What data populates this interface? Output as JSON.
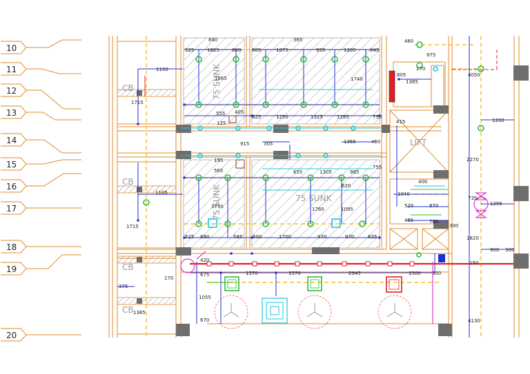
{
  "index_tags": [
    "10",
    "11",
    "12",
    "13",
    "14",
    "15",
    "16",
    "17",
    "18",
    "19",
    "20"
  ],
  "rooms": {
    "cb1": "CB",
    "cb2": "CB",
    "cb3": "CB",
    "cb4": "CB",
    "sunk1": "75 SUNK",
    "sunk2": "75 SUNK",
    "sunk3": "75 SUNK",
    "lift": "LIFT"
  },
  "dims": {
    "d040": "840",
    "d365": "365",
    "d460": "460",
    "d975": "975",
    "d525a": "525",
    "d1825": "1825",
    "d880": "880",
    "d605": "605",
    "d1075": "1075",
    "d955": "955",
    "d1205": "1205",
    "d645": "645",
    "d1100": "1100",
    "d1715a": "1715",
    "d1065": "1065",
    "d805": "805",
    "d1385a": "1385",
    "d270": "270",
    "d4050": "4050",
    "d1740": "1740",
    "d555": "555",
    "d405": "405",
    "d125": "125",
    "d625": "625",
    "d1250": "1250",
    "d1325": "1325",
    "d1285": "1285",
    "d750": "750",
    "d415": "415",
    "d1365": "1365",
    "d450": "450",
    "d1200": "1200",
    "d915": "915",
    "d305": "305",
    "d195": "195",
    "d565": "565",
    "d655": "655",
    "d1305": "1305",
    "d985": "985",
    "d755": "755",
    "d2270": "2270",
    "d620": "620",
    "d400": "400",
    "d1040": "1040",
    "d735": "735",
    "d1295": "1295",
    "d1105": "1105",
    "d1750": "1750",
    "d1760": "1760",
    "d1095": "1095",
    "d525b": "525",
    "d870": "870",
    "d465": "465",
    "d760": "760",
    "d300a": "300",
    "d1715b": "1715",
    "d1820": "1820",
    "d525c": "525",
    "d890": "890",
    "d585": "585",
    "d600": "600",
    "d1700": "1700",
    "d970a": "970",
    "d970b": "970",
    "d835": "835",
    "d900": "900",
    "d300b": "300",
    "d420": "420",
    "d170": "170",
    "d675": "675",
    "d1570a": "1570",
    "d1570b": "1570",
    "d2945": "2945",
    "d1500": "1500",
    "d300c": "300",
    "d150": "150",
    "d375": "375",
    "d1055": "1055",
    "d1385b": "1385",
    "d670": "670",
    "d4130": "4130"
  },
  "colors": {
    "wall": "#e08a2a",
    "duct": "#f0c02a",
    "pipe": "#1f2fd0",
    "fixture": "#2dbb3a",
    "hot": "#e02020",
    "cyan": "#1ec6e0",
    "magenta": "#d63cc8",
    "hatch": "#8a8a8a",
    "column": "#6e6e6e",
    "tag": "#e08a2a"
  }
}
